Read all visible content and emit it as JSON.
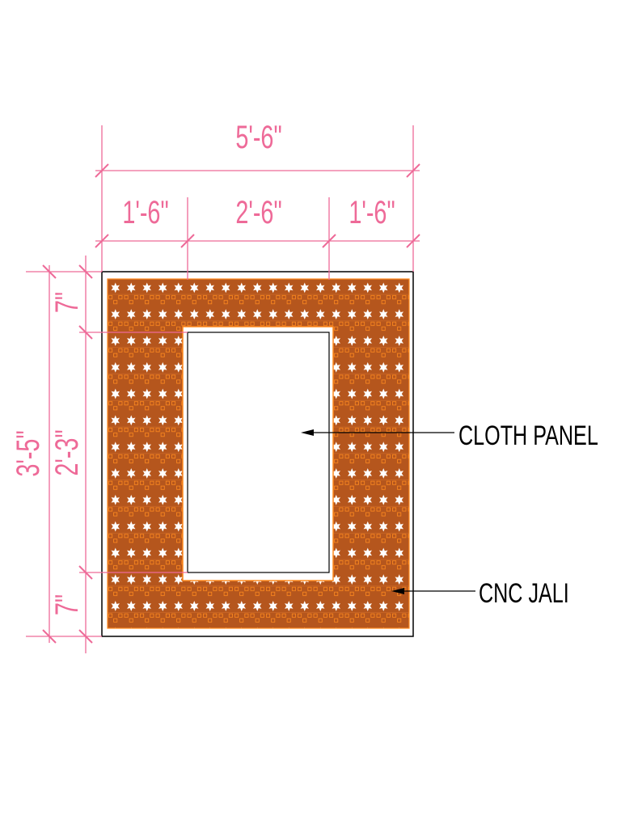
{
  "colors": {
    "dimension": "#ee6a98",
    "jali_fill": "#b5561d",
    "jali_outline": "#ff8a1e",
    "holes": "#ffffff",
    "outline": "#000000",
    "labels": "#000000"
  },
  "dimensions": {
    "overall_width": "5'-6\"",
    "left_width": "1'-6\"",
    "center_width": "2'-6\"",
    "right_width": "1'-6\"",
    "overall_height": "3'-5\"",
    "top_height": "7\"",
    "middle_height": "2'-3\"",
    "bottom_height": "7\""
  },
  "labels": {
    "cloth_panel": "CLOTH PANEL",
    "cnc_jali": "CNC  JALI"
  }
}
